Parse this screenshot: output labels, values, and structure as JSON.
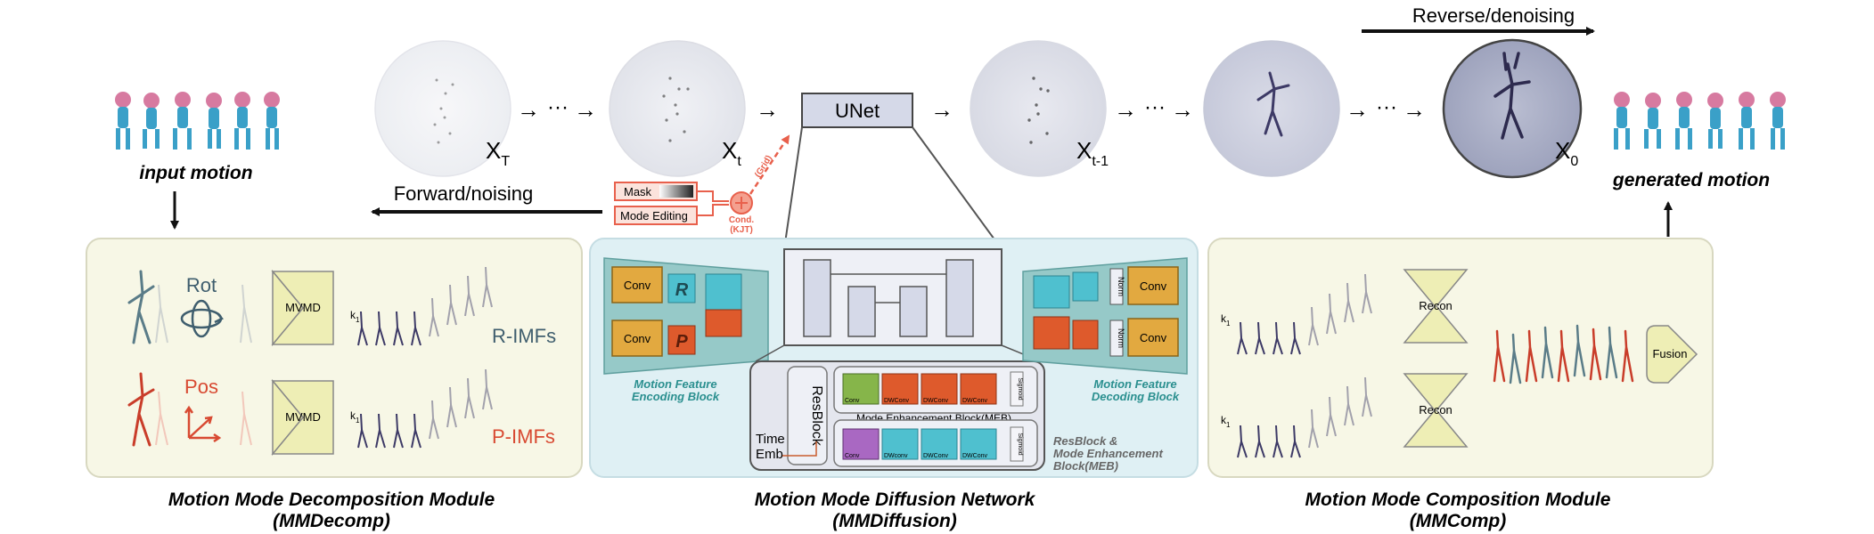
{
  "top": {
    "x_t_big": "X",
    "x_t_big_sub": "T",
    "x_t": "X",
    "x_t_sub": "t",
    "x_tm1": "X",
    "x_tm1_sub": "t-1",
    "x_0": "X",
    "x_0_sub": "0",
    "ellipsis": "···",
    "unet": "UNet",
    "reverse": "Reverse/denoising",
    "forward": "Forward/noising",
    "mask": "Mask",
    "mode_editing": "Mode Editing",
    "cond": "Cond.",
    "kjt": "(KJT)",
    "grid": "(Grid)"
  },
  "left": {
    "input_motion": "input motion",
    "rot": "Rot",
    "pos": "Pos",
    "mvmd": "MVMD",
    "r_imfs": "R-IMFs",
    "p_imfs": "P-IMFs",
    "k1": "k",
    "k1_sub": "1",
    "title_line1": "Motion Mode Decomposition Module",
    "title_line2": "(MMDecomp)"
  },
  "middle": {
    "conv": "Conv",
    "r_letter": "R",
    "p_letter": "P",
    "enc_label_1": "Motion Feature",
    "enc_label_2": "Encoding Block",
    "dec_label_1": "Motion Feature",
    "dec_label_2": "Decoding Block",
    "norm": "Norm",
    "resblock": "ResBlock",
    "time_emb_1": "Time",
    "time_emb_2": "Emb",
    "dwconv": "DWConv",
    "dwconv_lower": "DWconv",
    "sigmoid": "Sigmoid",
    "meb": "Mode Enhancement Block(MEB)",
    "res_meb_1": "ResBlock &",
    "res_meb_2": "Mode Enhancement",
    "res_meb_3": "Block(MEB)",
    "title_line1": "Motion Mode Diffusion Network",
    "title_line2": "(MMDiffusion)"
  },
  "right": {
    "generated_motion": "generated motion",
    "recon": "Recon",
    "fusion": "Fusion",
    "title_line1": "Motion Mode Composition Module",
    "title_line2": "(MMComp)"
  },
  "colors": {
    "panel_left": "#f7f7e6",
    "panel_mid": "#dff0f4",
    "panel_right": "#f7f7e6",
    "trapezoid": "#96c9c8",
    "conv_fill": "#e2a940",
    "cube_cyan": "#4fc0cf",
    "cube_orange": "#de5a2c",
    "unet_fill": "#d5d9e8",
    "mvmd_fill": "#eeeeb5",
    "red_accent": "#e8604c",
    "rot_text": "#3f5e6e",
    "pos_text": "#d84a32",
    "teal_text": "#2a8f8f"
  }
}
